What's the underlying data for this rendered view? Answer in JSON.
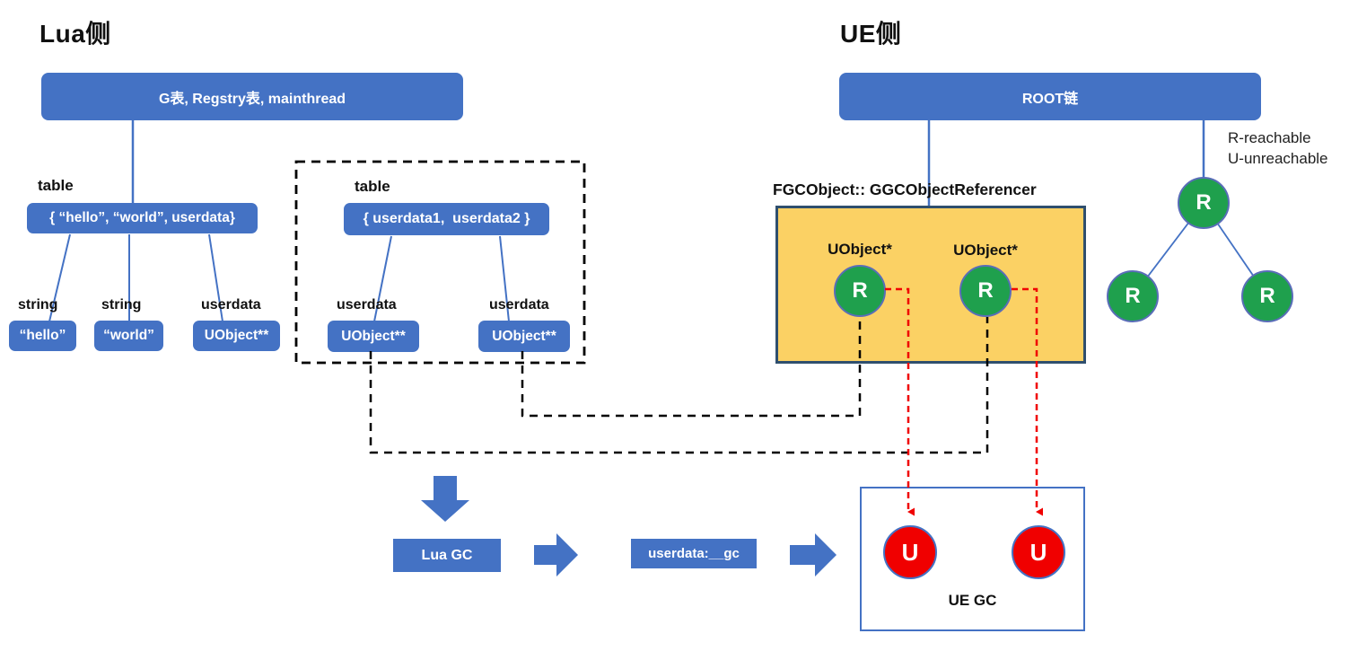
{
  "colors": {
    "accent_blue": "#4472C4",
    "green_reachable": "#1FA04D",
    "red_unreachable": "#F00000",
    "yellow_fill": "#FBD164",
    "yellow_border": "#2F4F6E"
  },
  "headings": {
    "lua_side": "Lua侧",
    "ue_side": "UE侧"
  },
  "lua": {
    "g_box": "G表, Regstry表, mainthread",
    "tree1": {
      "node_label": "table",
      "node_value": "{ “hello”, “world”, userdata}",
      "leaves": [
        {
          "label": "string",
          "value": "“hello”"
        },
        {
          "label": "string",
          "value": "“world”"
        },
        {
          "label": "userdata",
          "value": "UObject**"
        }
      ]
    },
    "tree2": {
      "node_label": "table",
      "node_value": "{ userdata1,  userdata2 }",
      "leaves": [
        {
          "label": "userdata",
          "value": "UObject**"
        },
        {
          "label": "userdata",
          "value": "UObject**"
        }
      ]
    }
  },
  "ue": {
    "root_box": "ROOT链",
    "legend": {
      "line1": "R-reachable",
      "line2": "U-unreachable"
    },
    "referencer_title": "FGCObject:: GGCObjectReferencer",
    "referencer_slots": [
      {
        "label": "UObject*",
        "letter": "R"
      },
      {
        "label": "UObject*",
        "letter": "R"
      }
    ],
    "object_tree": {
      "root": "R",
      "children": [
        "R",
        "R"
      ]
    }
  },
  "flow": {
    "lua_gc_label": "Lua GC",
    "userdata_gc_label": "userdata:__gc",
    "ue_gc_label": "UE GC",
    "unreachable_nodes": [
      "U",
      "U"
    ]
  }
}
